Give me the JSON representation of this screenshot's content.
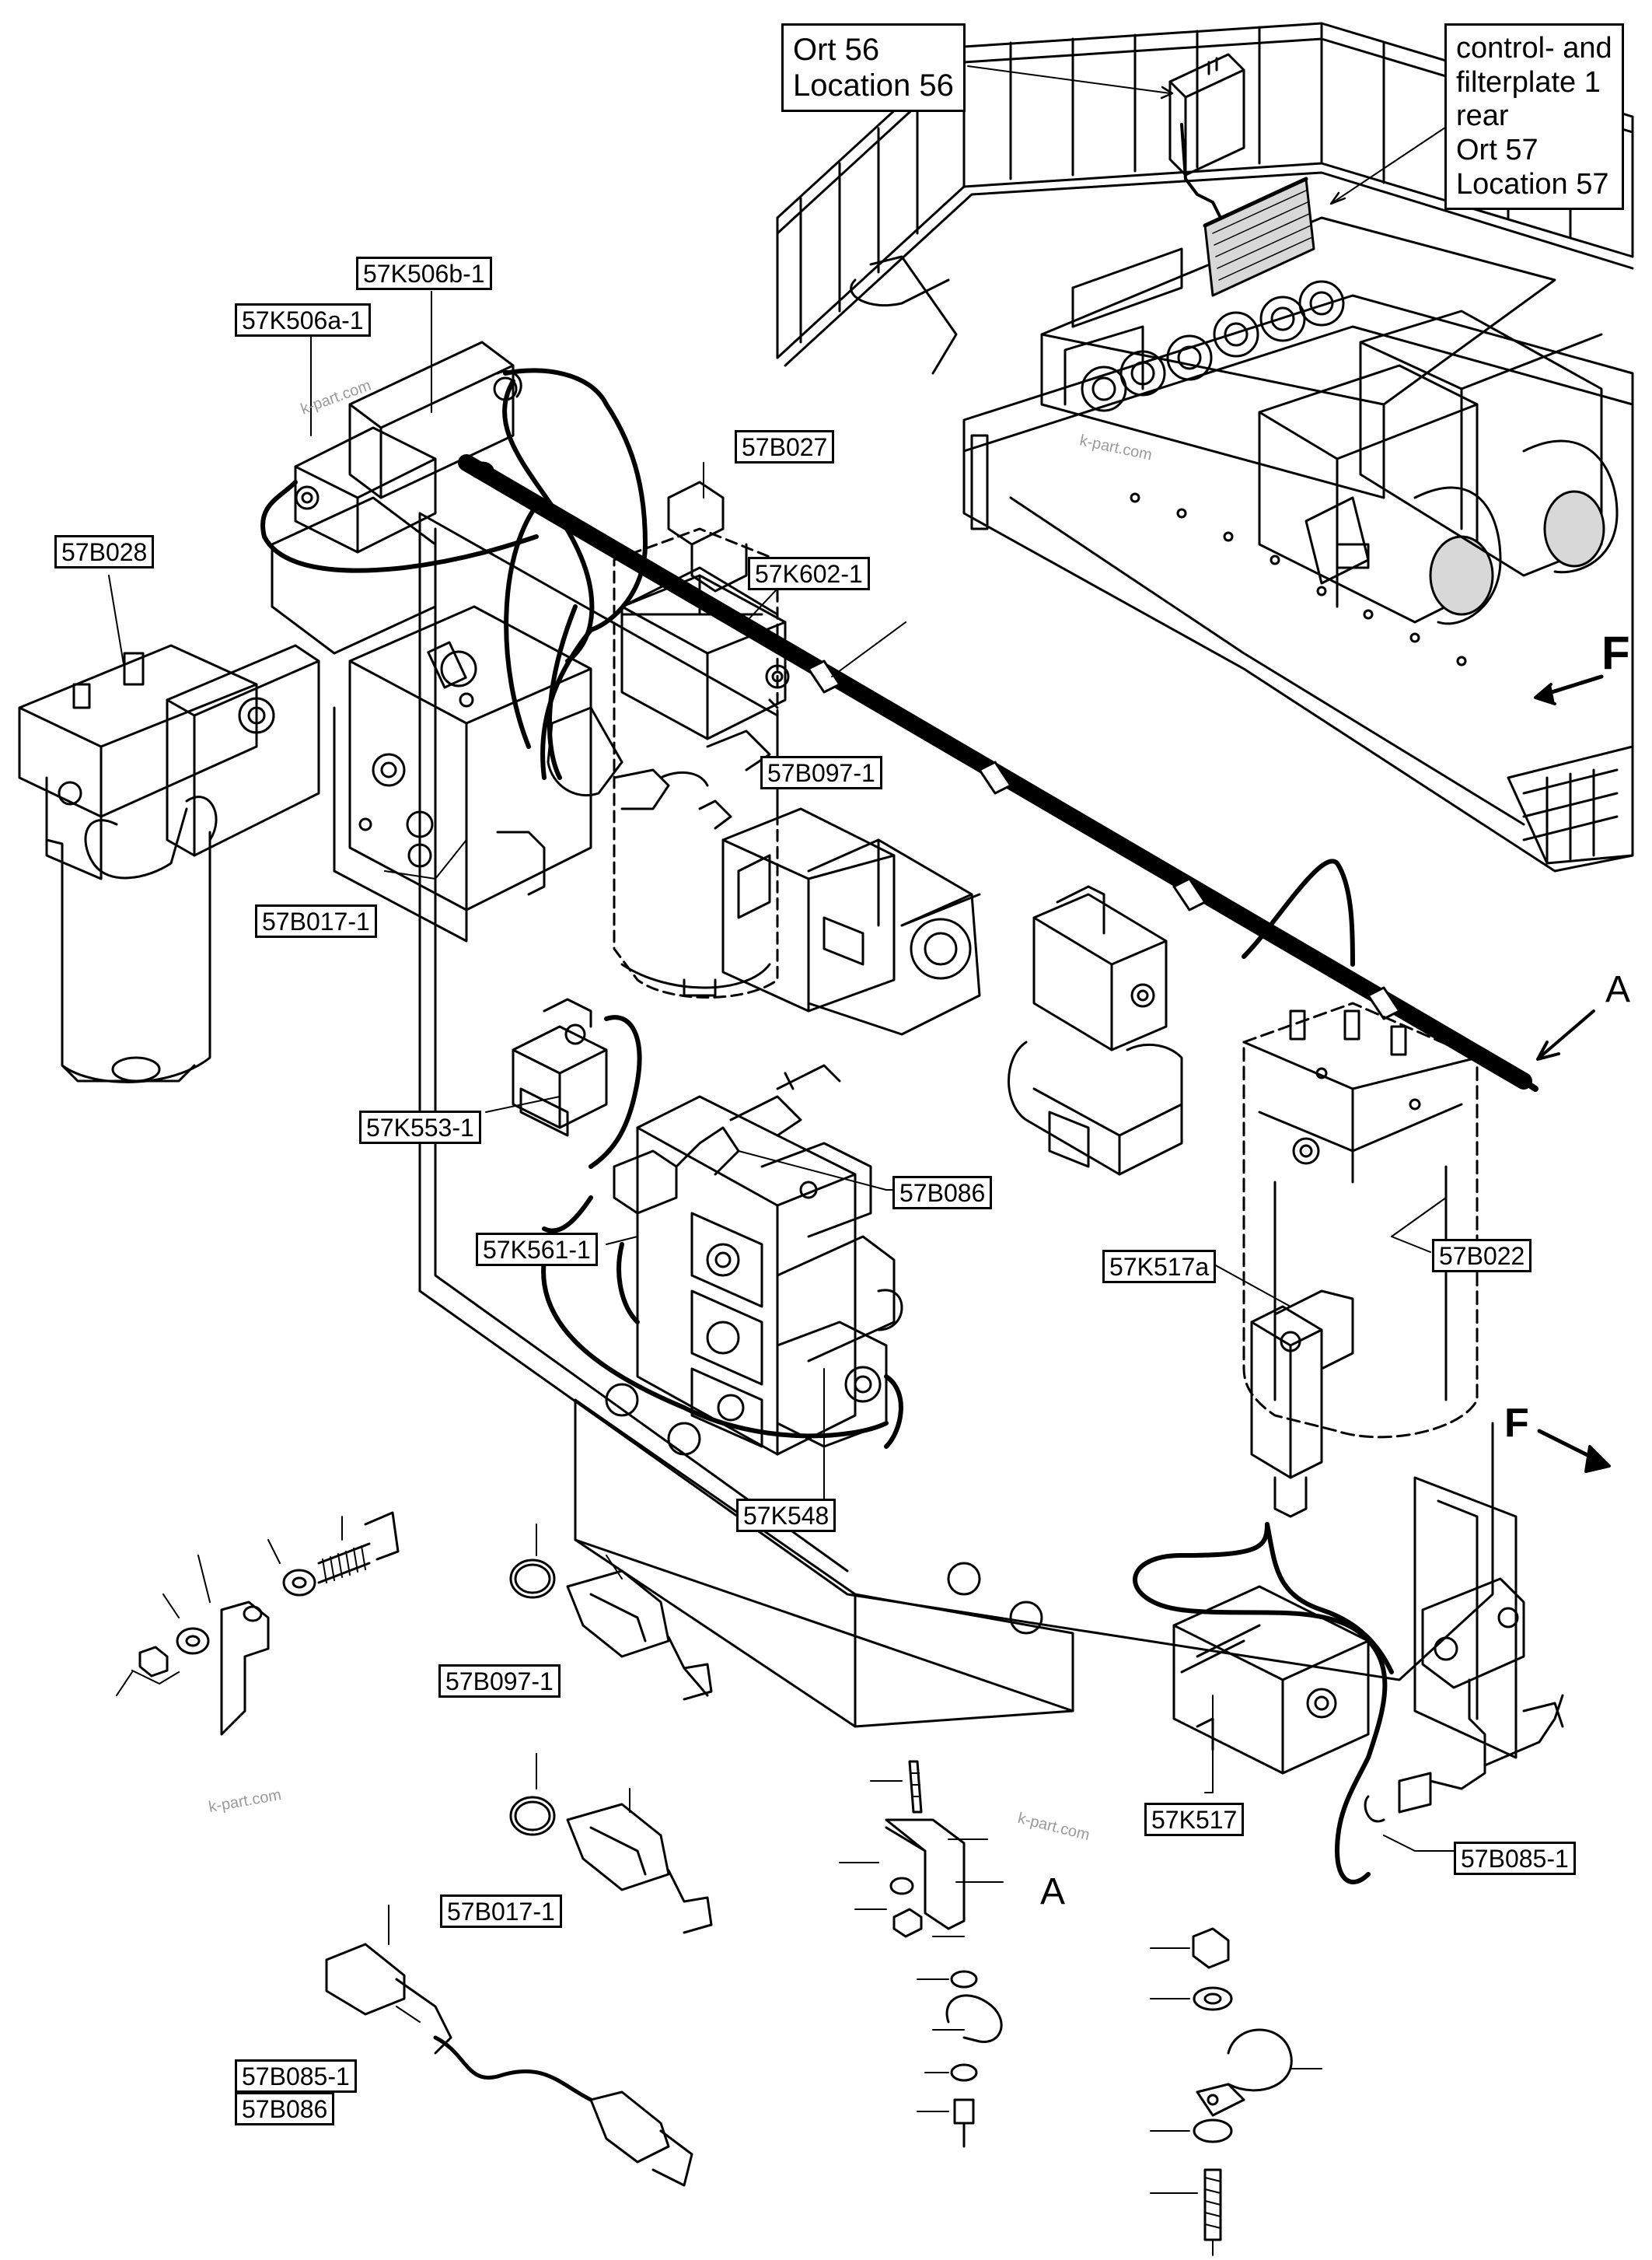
{
  "labels": {
    "ort56": "Ort 56\nLocation 56",
    "ort57": "control- and\nfilterplate 1\nrear\nOrt 57\nLocation 57",
    "k506b": "57K506b-1",
    "k506a": "57K506a-1",
    "b027": "57B027",
    "b028": "57B028",
    "k602": "57K602-1",
    "b097_top": "57B097-1",
    "b017_top": "57B017-1",
    "k553": "57K553-1",
    "b086_top": "57B086",
    "k561": "57K561-1",
    "k517a": "57K517a",
    "b022": "57B022",
    "k548": "57K548",
    "b097_bottom": "57B097-1",
    "b017_bottom": "57B017-1",
    "k517": "57K517",
    "b085_right": "57B085-1",
    "b085_bottom": "57B085-1",
    "b086_bottom": "57B086"
  },
  "markers": {
    "a_top": "A",
    "a_bottom": "A",
    "f_top": "F",
    "f_bottom": "F"
  },
  "watermarks": [
    "k-part.com",
    "k-part.com",
    "k-part.com",
    "k-part.com"
  ],
  "colors": {
    "line": "#000000",
    "background": "#ffffff",
    "shade": "#d8d8d8"
  }
}
